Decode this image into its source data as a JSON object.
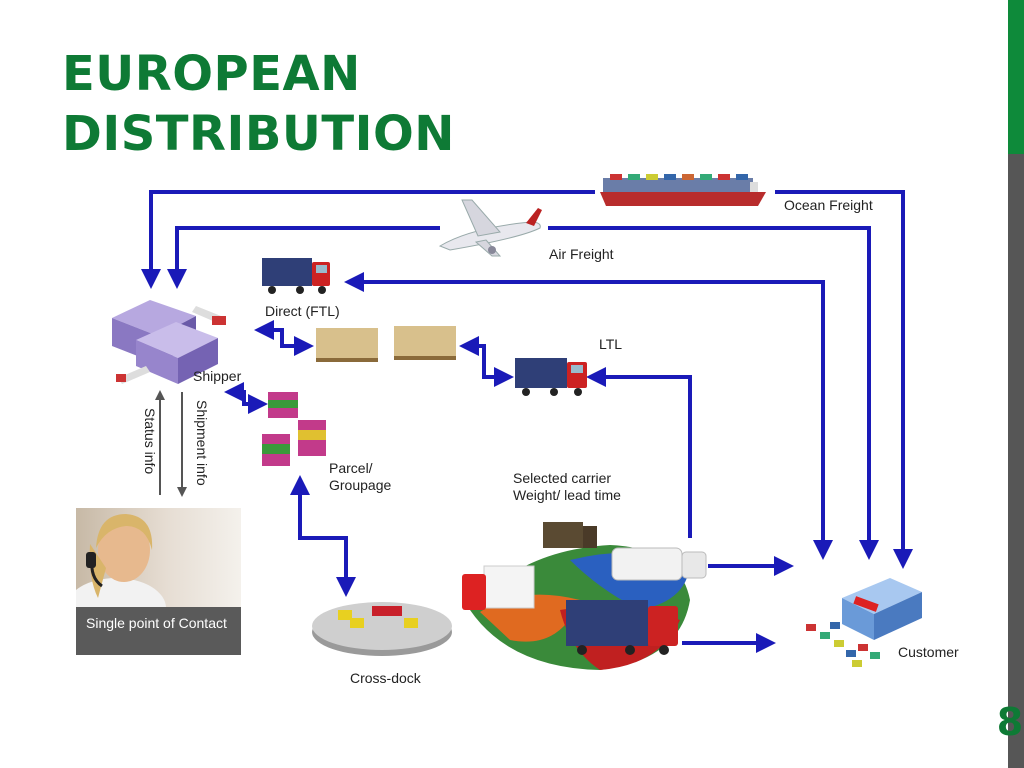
{
  "slide": {
    "title_line1": "EUROPEAN",
    "title_line2": "DISTRIBUTION",
    "page_number": "8"
  },
  "labels": {
    "ocean_freight": "Ocean Freight",
    "air_freight": "Air Freight",
    "direct_ftl": "Direct (FTL)",
    "ltl": "LTL",
    "shipper": "Shipper",
    "status_info": "Status info",
    "shipment_info": "Shipment info",
    "parcel_line1": "Parcel/",
    "parcel_line2": "Groupage",
    "selected_carrier_line1": "Selected carrier",
    "selected_carrier_line2": "Weight/ lead time",
    "single_point_of_contact": "Single point of Contact",
    "cross_dock": "Cross-dock",
    "customer": "Customer"
  },
  "colors": {
    "title_green": "#0e7a35",
    "arrow_blue": "#1a1ab8",
    "sidebar_green": "#0e8a3a",
    "sidebar_gray": "#565656",
    "contact_box": "#5a5a5a"
  },
  "icons": [
    "container-ship-icon",
    "airplane-icon",
    "truck-icon",
    "warehouse-icon",
    "pallet-icon",
    "parcel-icon",
    "agent-photo",
    "cross-dock-icon",
    "carrier-puzzle-icon",
    "customer-store-icon"
  ]
}
